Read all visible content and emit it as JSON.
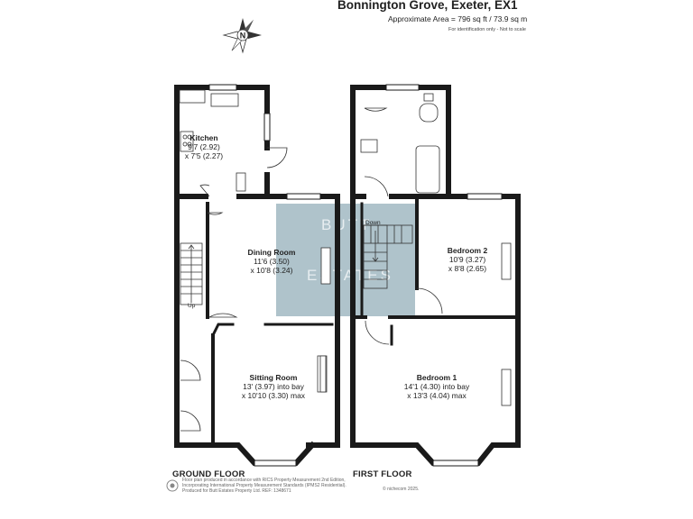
{
  "header": {
    "title": "Bonnington Grove, Exeter, EX1",
    "area": "Approximate Area = 796 sq ft / 73.9 sq m",
    "note": "For identification only - Not to scale"
  },
  "compass": {
    "letter": "N"
  },
  "ground_floor": {
    "label": "GROUND FLOOR",
    "stairs_label": "Up",
    "rooms": [
      {
        "name": "Kitchen",
        "dim1": "9'7 (2.92)",
        "dim2": "x 7'5 (2.27)"
      },
      {
        "name": "Dining Room",
        "dim1": "11'6 (3.50)",
        "dim2": "x 10'8 (3.24)"
      },
      {
        "name": "Sitting Room",
        "dim1": "13' (3.97) into bay",
        "dim2": "x 10'10 (3.30) max"
      }
    ]
  },
  "first_floor": {
    "label": "FIRST FLOOR",
    "stairs_label": "Down",
    "rooms": [
      {
        "name": "Bedroom 2",
        "dim1": "10'9 (3.27)",
        "dim2": "x 8'8 (2.65)"
      },
      {
        "name": "Bedroom 1",
        "dim1": "14'1 (4.30) into bay",
        "dim2": "x 13'3 (4.04) max"
      }
    ]
  },
  "watermark": {
    "line1": "BUTT",
    "line2": "ESTATES"
  },
  "footer": {
    "lines": [
      "Floor plan produced in accordance with RICS Property Measurement 2nd Edition,",
      "Incorporating International Property Measurement Standards (IPMS2 Residential).",
      "Produced for Butt Estates Property Ltd.   REF: 1348671"
    ],
    "credit": "© nichecom 2025."
  },
  "colors": {
    "wall": "#1a1a1a",
    "watermark": "#6e91a0"
  }
}
